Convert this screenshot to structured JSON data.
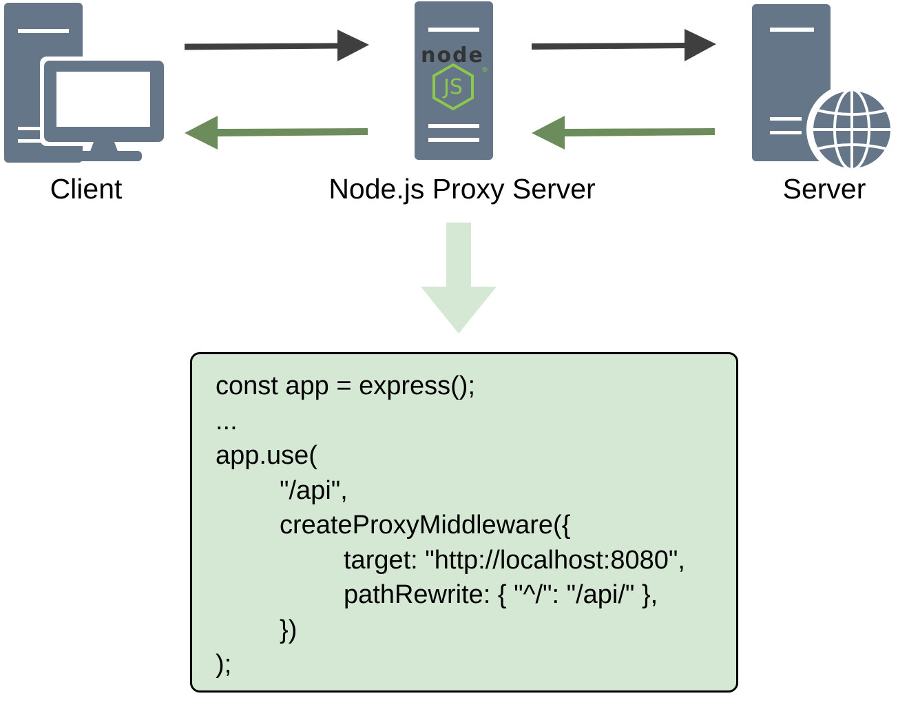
{
  "nodes": {
    "client": {
      "label": "Client",
      "icon": "desktop-computer-icon"
    },
    "proxy": {
      "label": "Node.js Proxy Server",
      "icon": "server-tower-icon",
      "logo_text": "node",
      "badge_text": "JS",
      "registered_mark": "®"
    },
    "server": {
      "label": "Server",
      "icon": "web-server-globe-icon"
    }
  },
  "colors": {
    "icon": "#647687",
    "request_arrow": "#3f3f3f",
    "response_arrow": "#6d8c5c",
    "down_arrow": "#d5e8d4",
    "code_background": "#d5e8d4",
    "node_green": "#8cc84b",
    "text": "#000000"
  },
  "code": {
    "lines": [
      "const app = express();",
      "...",
      "app.use(",
      "\"/api\",",
      "createProxyMiddleware({",
      "target: \"http://localhost:8080\",",
      "pathRewrite: { \"^/\": \"/api/\" },",
      "})",
      ");"
    ],
    "indent_levels": [
      0,
      0,
      0,
      1,
      1,
      2,
      2,
      1,
      0
    ]
  }
}
